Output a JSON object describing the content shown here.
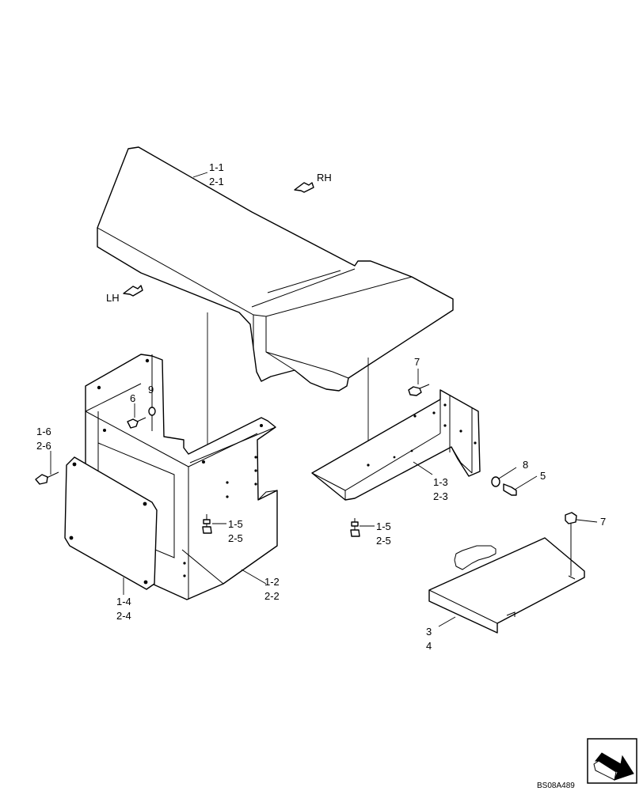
{
  "drawing_id": "BS08A489",
  "direction_labels": {
    "right": "RH",
    "left": "LH"
  },
  "callouts": {
    "c_1_1": "1-1",
    "c_2_1": "2-1",
    "c_1_2": "1-2",
    "c_2_2": "2-2",
    "c_1_3": "1-3",
    "c_2_3": "2-3",
    "c_1_4": "1-4",
    "c_2_4": "2-4",
    "c_1_5a": "1-5",
    "c_2_5a": "2-5",
    "c_1_5b": "1-5",
    "c_2_5b": "2-5",
    "c_1_6": "1-6",
    "c_2_6": "2-6",
    "c_3": "3",
    "c_4": "4",
    "c_5": "5",
    "c_6": "6",
    "c_7a": "7",
    "c_7b": "7",
    "c_8": "8",
    "c_9": "9"
  },
  "icons": [
    "direction-arrow-rh-icon",
    "direction-arrow-lh-icon",
    "next-page-arrow-icon"
  ]
}
